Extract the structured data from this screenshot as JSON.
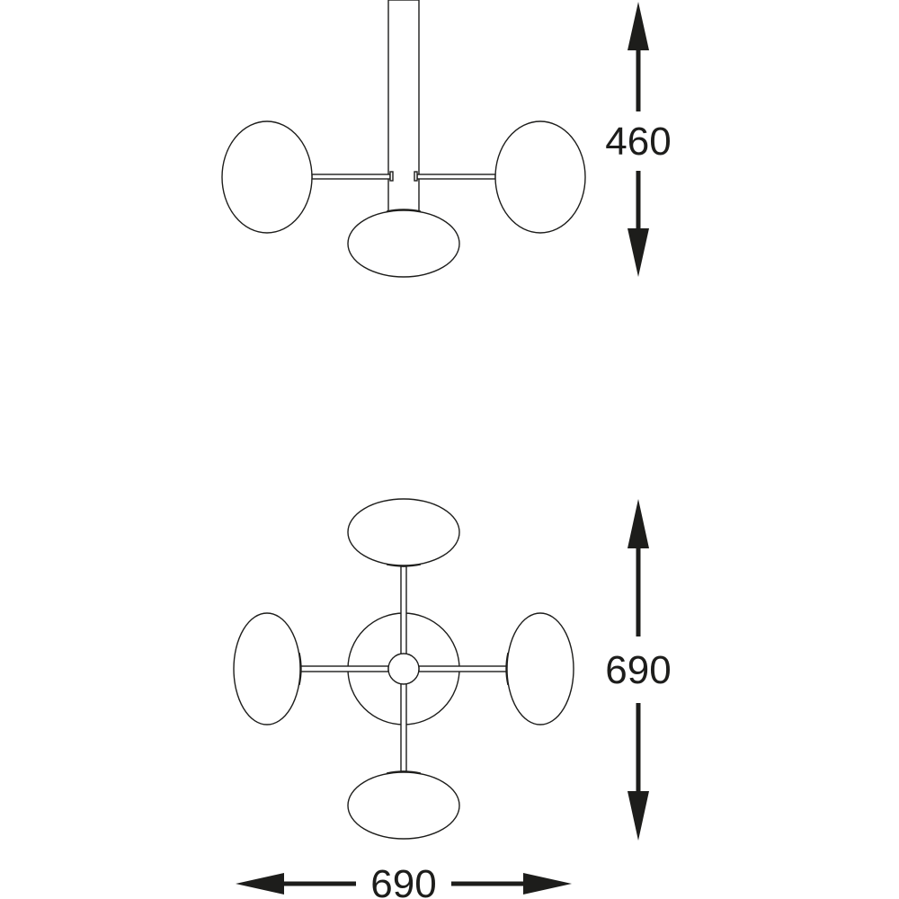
{
  "dimensions": {
    "side_height": "460",
    "plan_depth": "690",
    "plan_width": "690"
  },
  "colors": {
    "line": "#1d1d1b",
    "background": "#ffffff"
  }
}
